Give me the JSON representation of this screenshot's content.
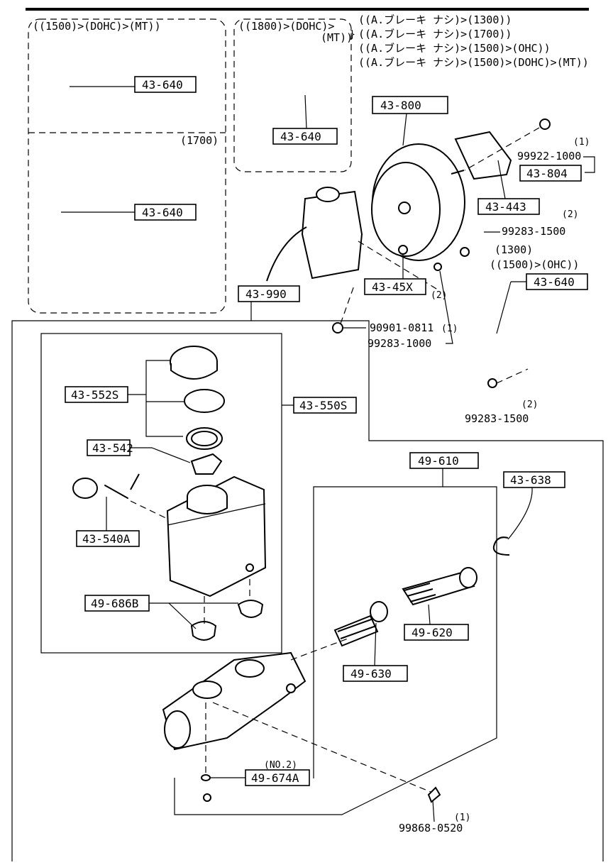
{
  "variants": {
    "box_1500_dohc_mt": "((1500)>(DOHC)>(MT))",
    "box_1700": "(1700)",
    "box_1800_line1": "((1800)>(DOHC)>",
    "box_1800_line2": "(MT))",
    "applicability": [
      "((A.ブレーキ ナシ)>(1300))",
      "((A.ブレーキ ナシ)>(1700))",
      "((A.ブレーキ ナシ)>(1500)>(OHC))",
      "((A.ブレーキ ナシ)>(1500)>(DOHC)>(MT))"
    ],
    "hose_1300": "(1300)",
    "hose_1500_ohc": "((1500)>(OHC))"
  },
  "parts": {
    "p43_640_a": "43-640",
    "p43_640_b": "43-640",
    "p43_640_c": "43-640",
    "p43_640_d": "43-640",
    "p43_800": "43-800",
    "p43_804": "43-804",
    "p43_443": "43-443",
    "p43_45x": "43-45X",
    "p43_990": "43-990",
    "p43_552s": "43-552S",
    "p43_550s": "43-550S",
    "p43_542": "43-542",
    "p43_540a": "43-540A",
    "p49_686b": "49-686B",
    "p49_610": "49-610",
    "p43_638": "43-638",
    "p49_620": "49-620",
    "p49_630": "49-630",
    "p49_674a": "49-674A"
  },
  "fasteners": {
    "f99922": "99922-1000",
    "f99922_qty": "(1)",
    "f99283_1500_a": "99283-1500",
    "f99283_1500_a_qty": "(2)",
    "f90901": "90901-0811",
    "f90901_qty": "(1)",
    "f99283_1000": "99283-1000",
    "f99283_1000_qty": "(2)",
    "f99283_1500_b": "99283-1500",
    "f99283_1500_b_qty": "(2)",
    "f99868": "99868-0520",
    "f99868_qty": "(1)",
    "no2": "(NO.2)"
  }
}
